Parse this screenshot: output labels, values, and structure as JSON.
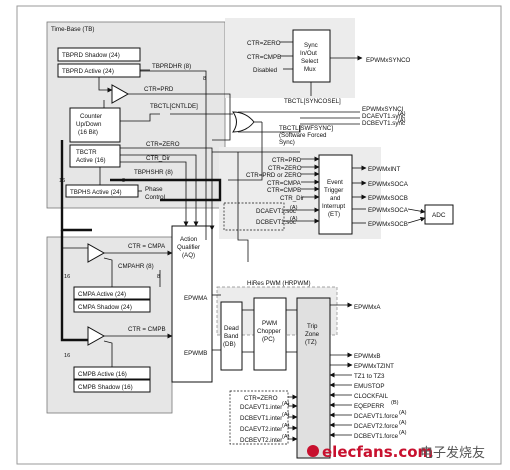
{
  "regions": {
    "time_base": "Time-Base (TB)",
    "hirespwm": "HiRes PWM (HRPWM)"
  },
  "time_base": {
    "tbprd_shadow": "TBPRD Shadow (24)",
    "tbprd_active": "TBPRD Active (24)",
    "tbprdhr": "TBPRDHR (8)",
    "counter": [
      "Counter",
      "Up/Down",
      "(16 Bit)"
    ],
    "tbctr": [
      "TBCTR",
      "Active (16)"
    ],
    "tbphs": "TBPHS Active (24)",
    "phase_control": [
      "Phase",
      "Control"
    ],
    "ctr_prd": "CTR=PRD",
    "ctr_zero": "CTR=ZERO",
    "ctr_dir": "CTR_Dir",
    "tbphshr": "TBPHSHR (8)",
    "tbctl_cntlde": "TBCTL[CNTLDE]",
    "bus_8a": "8",
    "bus_16a": "16",
    "bus_8b": "8"
  },
  "sync": {
    "inputs": [
      "CTR=ZERO",
      "CTR=CMPB",
      "Disabled"
    ],
    "mux_label": [
      "Sync",
      "In/Out",
      "Select",
      "Mux"
    ],
    "output": "EPWMxSYNCO",
    "tbctl_syncosel": "TBCTL[SYNCOSEL]",
    "or_inputs": [
      "EPWMxSYNCI",
      "DCAEVT1.sync",
      "DCBEVT1.sync"
    ],
    "or_inputs_sup": [
      "(A)",
      "(A)"
    ],
    "swfsync": [
      "TBCTL[SWFSYNC]",
      "(Software Forced",
      "Sync)"
    ]
  },
  "event_trigger": {
    "inputs": [
      "CTR=PRD",
      "CTR=ZERO",
      "CTR=PRD or ZERO",
      "CTR=CMPA",
      "CTR=CMPB",
      "CTR_Dir"
    ],
    "dc_inputs": [
      "DCAEVT1.soc",
      "DCBEVT1.soc"
    ],
    "dc_sup": [
      "(A)",
      "(A)"
    ],
    "label": [
      "Event",
      "Trigger",
      "and",
      "Interrupt",
      "(ET)"
    ],
    "outputs": [
      "EPWMxINT",
      "EPWMxSOCA",
      "EPWMxSOCB",
      "EPWMxSOCA",
      "EPWMxSOCB"
    ],
    "adc": "ADC"
  },
  "compare": {
    "ctr_cmpa": "CTR = CMPA",
    "cmpahr": "CMPAHR (8)",
    "cmpa_active": "CMPA Active (24)",
    "cmpa_shadow": "CMPA Shadow (24)",
    "ctr_cmpb": "CTR = CMPB",
    "cmpb_active": "CMPB Active (16)",
    "cmpb_shadow": "CMPB Shadow (16)",
    "bus_16a": "16",
    "bus_8": "8",
    "bus_16b": "16"
  },
  "action_qualifier": [
    "Action",
    "Qualifier",
    "(AQ)"
  ],
  "pwm_path": {
    "epwma": "EPWMA",
    "epwmb": "EPWMB",
    "dead_band": [
      "Dead",
      "Band",
      "(DB)"
    ],
    "pwm_chopper": [
      "PWM",
      "Chopper",
      "(PC)"
    ],
    "trip_zone": [
      "Trip",
      "Zone",
      "(TZ)"
    ],
    "out_a": "EPWMxA",
    "out_b": "EPWMxB",
    "out_tzint": "EPWMxTZINT",
    "trip_inputs": [
      "TZ1 to TZ3",
      "EMUSTOP",
      "CLOCKFAIL",
      "EQEPERR",
      "DCAEVT1.force",
      "DCAEVT2.force",
      "DCBEVT1.force"
    ],
    "trip_sup": [
      "",
      "",
      "",
      "(B)",
      "(A)",
      "(A)",
      "(A)"
    ],
    "dc_inputs": [
      "CTR=ZERO",
      "DCAEVT1.inter",
      "DCBEVT1.inter",
      "DCAEVT2.inter",
      "DCBEVT2.inter"
    ],
    "dc_sup": [
      "",
      "(A)",
      "(A)",
      "(A)",
      "(A)"
    ]
  },
  "watermark": {
    "site": "elecfans.com",
    "cn": "电子发烧友"
  }
}
